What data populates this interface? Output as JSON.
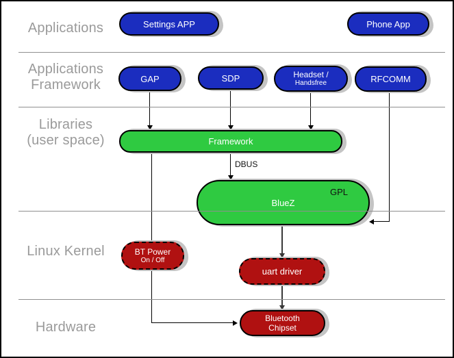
{
  "layers": {
    "applications": "Applications",
    "applications_framework_line1": "Applications",
    "applications_framework_line2": "Framework",
    "libraries_line1": "Libraries",
    "libraries_line2": "(user space)",
    "linux_kernel": "Linux Kernel",
    "hardware": "Hardware"
  },
  "nodes": {
    "settings_app": "Settings APP",
    "phone_app": "Phone App",
    "gap": "GAP",
    "sdp": "SDP",
    "headset_line1": "Headset /",
    "headset_line2": "Handsfree",
    "rfcomm": "RFCOMM",
    "framework": "Framework",
    "bluez": "BlueZ",
    "gpl": "GPL",
    "bt_power_line1": "BT Power",
    "bt_power_line2": "On / Off",
    "uart_driver": "uart driver",
    "bluetooth_chipset_line1": "Bluetooth",
    "bluetooth_chipset_line2": "Chipset"
  },
  "annotations": {
    "dbus": "DBUS"
  },
  "colors": {
    "app_node_blue": "#1b2dbf",
    "library_node_green": "#2fca41",
    "kernel_node_red": "#b01111",
    "layer_label_gray": "#9a9a9a",
    "divider_gray": "#8f8f8f",
    "shadow_gray": "#c4c4c4",
    "node_text": "#ffffff"
  }
}
